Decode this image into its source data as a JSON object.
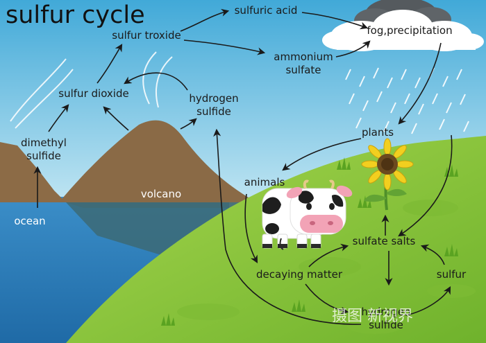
{
  "title": "sulfur cycle",
  "labels": {
    "sulfuric_acid": "sulfuric acid",
    "fog_precipitation": "fog,precipitation",
    "sulfur_troxide": "sulfur  troxide",
    "ammonium_sulfate": "ammonium\nsulfate",
    "sulfur_dioxide": "sulfur dioxide",
    "hydrogen_sulfide_top": "hydrogen\nsulfide",
    "dimethyl_sulfide": "dimethyl\nsulfide",
    "plants": "plants",
    "animals": "animals",
    "volcano": "volcano",
    "ocean": "ocean",
    "sulfate_salts": "sulfate salts",
    "decaying_matter": "decaying matter",
    "sulfur": "sulfur",
    "hydrogen_sulfide_bottom": "hydrogen\nsulfide"
  },
  "watermark": "摄图 新视界",
  "colors": {
    "sky_top": "#3fa9d8",
    "sky_bottom": "#e6f6fa",
    "mountain": "#8a6a46",
    "ocean": "#2f7fb8",
    "grass": "#8cc83c",
    "cloud_dark": "#555a5e"
  }
}
